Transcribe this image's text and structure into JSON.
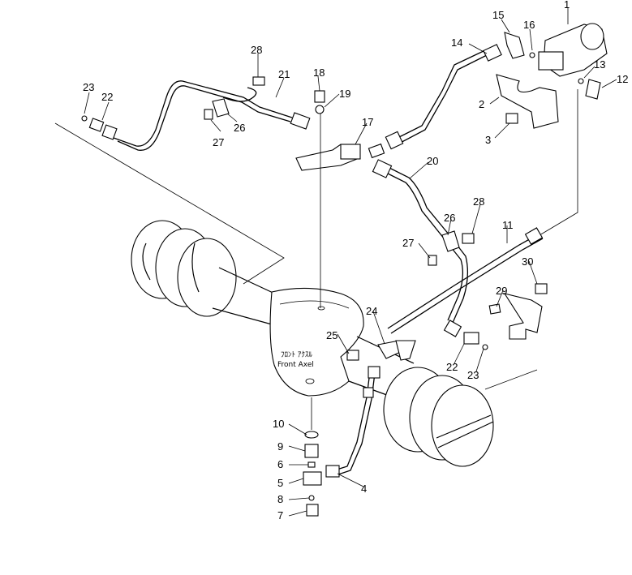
{
  "axle_text": {
    "jp": "ﾌﾛﾝﾄ ｱｸｽﾙ",
    "en": "Front Axel"
  },
  "part_numbers": [
    "1",
    "2",
    "3",
    "4",
    "5",
    "6",
    "7",
    "8",
    "9",
    "10",
    "11",
    "12",
    "13",
    "14",
    "15",
    "16",
    "17",
    "18",
    "19",
    "20",
    "21",
    "22",
    "22",
    "23",
    "23",
    "24",
    "25",
    "26",
    "26",
    "27",
    "27",
    "28",
    "28",
    "29",
    "30"
  ]
}
